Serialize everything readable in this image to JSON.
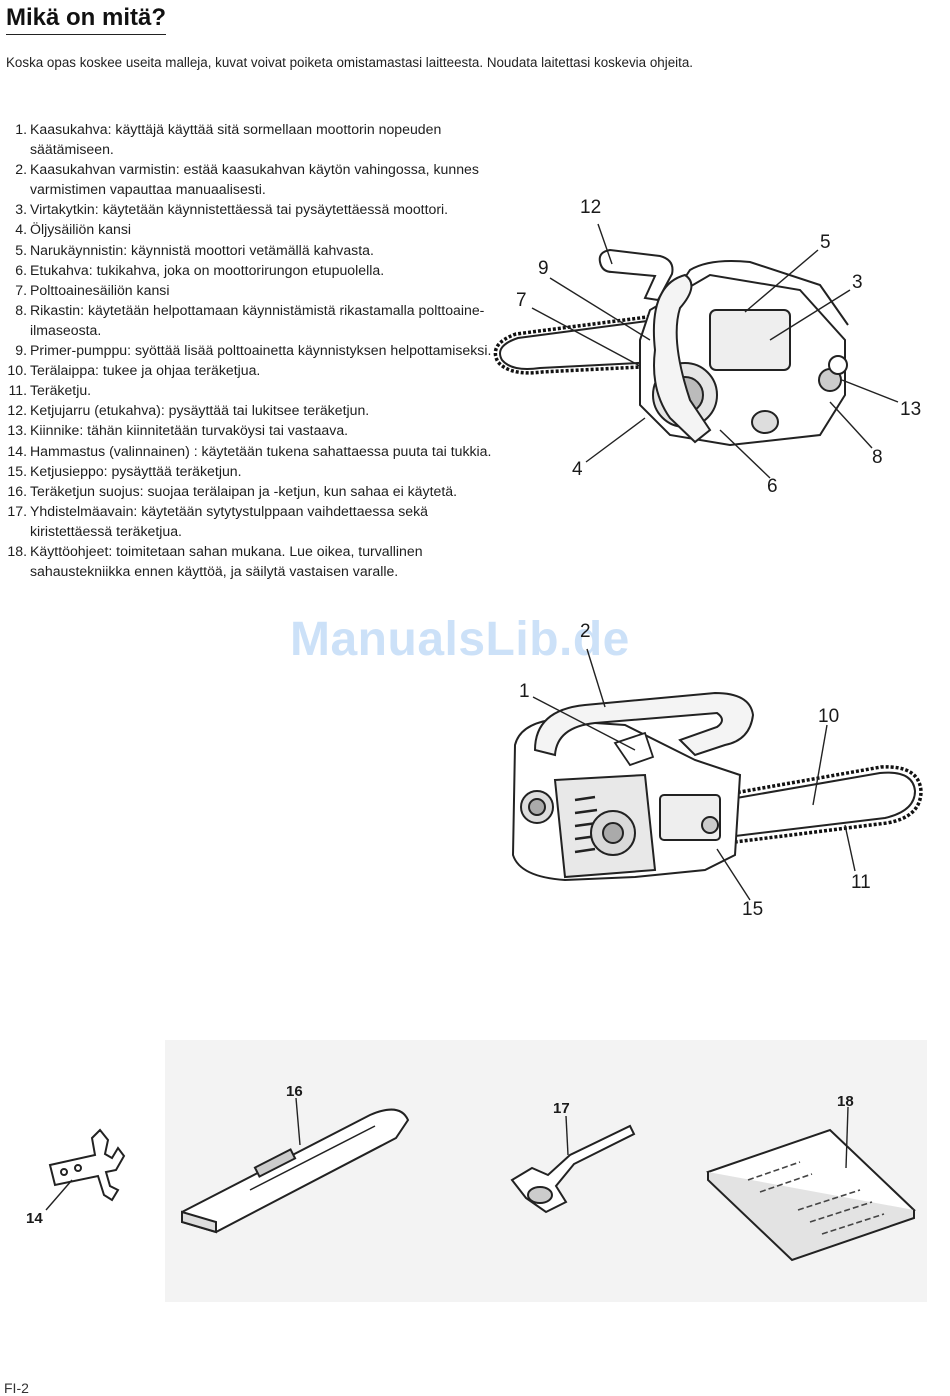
{
  "page": {
    "title": "Mikä on mitä?",
    "intro": "Koska opas koskee useita malleja, kuvat voivat poiketa omistamastasi laitteesta. Noudata laitettasi koskevia ohjeita.",
    "watermark": "ManualsLib.de",
    "footer": "FI-2"
  },
  "parts": [
    {
      "num": "1.",
      "text": "Kaasukahva: käyttäjä käyttää sitä sormellaan moottorin nopeuden säätämiseen."
    },
    {
      "num": "2.",
      "text": "Kaasukahvan varmistin: estää kaasukahvan käytön vahingossa, kunnes varmistimen vapauttaa manuaalisesti."
    },
    {
      "num": "3.",
      "text": "Virtakytkin: käytetään käynnistettäessä tai pysäytettäessä moottori."
    },
    {
      "num": "4.",
      "text": "Öljysäiliön kansi"
    },
    {
      "num": "5.",
      "text": "Narukäynnistin: käynnistä moottori vetämällä kahvasta."
    },
    {
      "num": "6.",
      "text": "Etukahva: tukikahva, joka on moottorirungon etupuolella."
    },
    {
      "num": "7.",
      "text": "Polttoainesäiliön kansi"
    },
    {
      "num": "8.",
      "text": "Rikastin: käytetään helpottamaan käynnistämistä rikastamalla polttoaine-ilmaseosta."
    },
    {
      "num": "9.",
      "text": "Primer-pumppu: syöttää lisää polttoainetta käynnistyksen helpottamiseksi."
    },
    {
      "num": "10.",
      "text": "Terälaippa: tukee ja ohjaa teräketjua."
    },
    {
      "num": "11.",
      "text": "Teräketju."
    },
    {
      "num": "12.",
      "text": "Ketjujarru (etukahva): pysäyttää tai lukitsee teräketjun."
    },
    {
      "num": "13.",
      "text": "Kiinnike: tähän kiinnitetään turvaköysi tai vastaava."
    },
    {
      "num": "14.",
      "text": "Hammastus (valinnainen) : käytetään tukena sahattaessa puuta tai tukkia."
    },
    {
      "num": "15.",
      "text": "Ketjusieppo: pysäyttää teräketjun."
    },
    {
      "num": "16.",
      "text": "Teräketjun suojus: suojaa terälaipan ja -ketjun, kun sahaa ei käytetä."
    },
    {
      "num": "17.",
      "text": "Yhdistelmäavain: käytetään sytytystulppaan vaihdettaessa sekä kiristettäessä teräketjua."
    },
    {
      "num": "18.",
      "text": "Käyttöohjeet: toimitetaan sahan mukana. Lue oikea, turvallinen sahaustekniikka ennen käyttöä, ja säilytä vastaisen varalle."
    }
  ],
  "figure_top": {
    "callouts": {
      "c12": "12",
      "c5": "5",
      "c3": "3",
      "c9": "9",
      "c7": "7",
      "c13": "13",
      "c8": "8",
      "c4": "4",
      "c6": "6"
    }
  },
  "figure_mid": {
    "callouts": {
      "c2": "2",
      "c1": "1",
      "c10": "10",
      "c11": "11",
      "c15": "15"
    }
  },
  "figure_acc": {
    "callouts": {
      "c14": "14",
      "c16": "16",
      "c17": "17",
      "c18": "18"
    }
  }
}
